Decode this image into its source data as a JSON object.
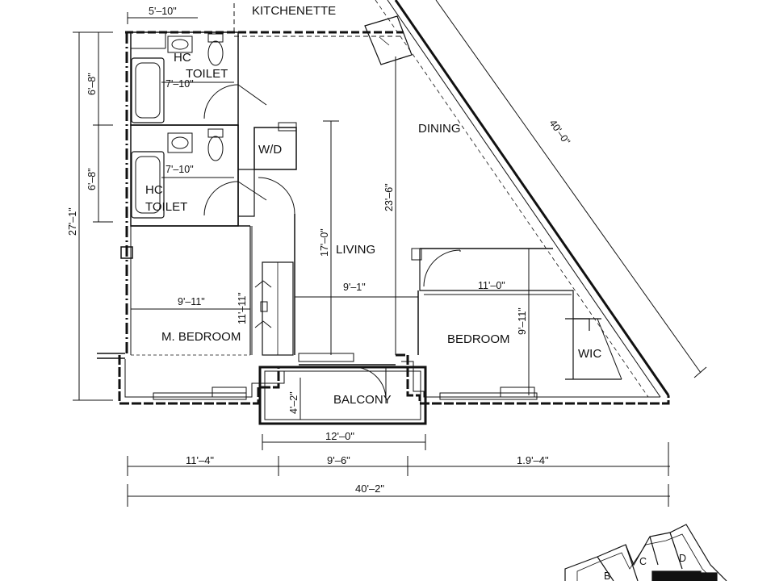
{
  "rooms": {
    "kitchenette": "KITCHENETTE",
    "dining": "DINING",
    "living": "LIVING",
    "m_bedroom": "M. BEDROOM",
    "bedroom": "BEDROOM",
    "balcony": "BALCONY",
    "wic": "WIC",
    "wd": "W/D",
    "hc_toilet_1_top": "HC",
    "hc_toilet_1_bottom": "TOILET",
    "hc_toilet_2_top": "HC",
    "hc_toilet_2_bottom": "TOILET"
  },
  "dimensions": {
    "top_left": "5'–10\"",
    "toilet1_width": "7'–10\"",
    "toilet2_width": "7'–10\"",
    "toilet1_height": "6'–8\"",
    "toilet2_height": "6'–8\"",
    "left_total": "27'–1\"",
    "diagonal": "40'–0\"",
    "dining_height": "23'–6\"",
    "living_height": "17'–0\"",
    "living_width": "9'–1\"",
    "m_bedroom_width": "9'–11\"",
    "m_bedroom_height": "11'–11\"",
    "bedroom_width": "11'–0\"",
    "bedroom_height": "9'–11\"",
    "balcony_depth": "4'–2\"",
    "balcony_width": "12'–0\"",
    "bottom_left": "11'–4\"",
    "bottom_middle": "9'–6\"",
    "bottom_right": "1.9'–4\"",
    "bottom_total": "40'–2\""
  },
  "key_plan": {
    "units": [
      "B",
      "C",
      "D"
    ]
  }
}
